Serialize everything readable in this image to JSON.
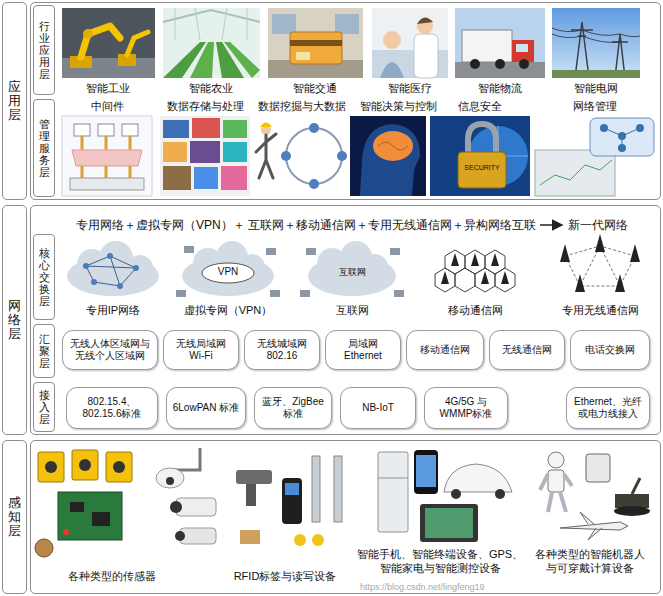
{
  "diagram": {
    "nodes": [
      {
        "text": [
          "应用层"
        ]
      },
      {
        "text": [
          "行业应用层"
        ],
        "in": 0
      },
      {
        "text": [
          "管理服务层"
        ],
        "in": 0
      },
      {
        "text": [
          "网络层"
        ]
      },
      {
        "text": [
          "核心交换层"
        ],
        "in": 3
      },
      {
        "text": [
          "汇聚层"
        ],
        "in": 3
      },
      {
        "text": [
          "无线人体区域网与 无线个人区域网"
        ],
        "in": 3
      },
      {
        "text": [
          "无线局域网 Wi-Fi"
        ],
        "in": 3
      },
      {
        "text": [
          "无线城域网 802.16"
        ],
        "in": 3
      },
      {
        "text": [
          "局域网 Ethernet"
        ],
        "in": 3
      },
      {
        "text": [
          "移动通信网"
        ],
        "in": 3
      },
      {
        "text": [
          "无线通信网"
        ],
        "in": 3
      },
      {
        "text": [
          "电话交换网"
        ],
        "in": 3
      },
      {
        "text": [
          "接入层"
        ],
        "in": 3
      },
      {
        "text": [
          "802.15.4、 802.15.6标准"
        ],
        "in": 3
      },
      {
        "text": [
          "6LowPAN 标准"
        ],
        "in": 3
      },
      {
        "text": [
          "蓝牙、ZigBee 标准"
        ],
        "in": 3
      },
      {
        "text": [
          "NB-IoT"
        ],
        "in": 3
      },
      {
        "text": [
          "4G/5G 与 WMMP标准"
        ],
        "in": 3
      },
      {
        "text": [
          "Ethernet、光纤 或电力线接入"
        ],
        "in": 3
      },
      {
        "text": [
          "感知层"
        ]
      }
    ],
    "edges": [],
    "labels": [
      "智能工业",
      "智能农业",
      "智能交通",
      "智能医疗",
      "智能物流",
      "智能电网",
      "中间件",
      "数据存储与处理",
      "数据挖掘与大数据",
      "智能决策与控制",
      "信息安全",
      "网络管理",
      "SECURITY",
      "专用网络＋虚拟专网（VPN）＋ 互联网＋移动通信网＋专用无线通信网＋异构网络互联",
      "新一代网络",
      "VPN",
      "互联网",
      "专用IP网络",
      "虚拟专网（VPN）",
      "互联网",
      "移动通信网",
      "专用无线通信网",
      "各种类型的传感器",
      "RFID标签与读写设备",
      "智能手机、智能终端设备、GPS、 智能家电与智能测控设备",
      "各种类型的智能机器人 与可穿戴计算设备",
      "https://blog.csdn.net/lingfeng19"
    ]
  }
}
